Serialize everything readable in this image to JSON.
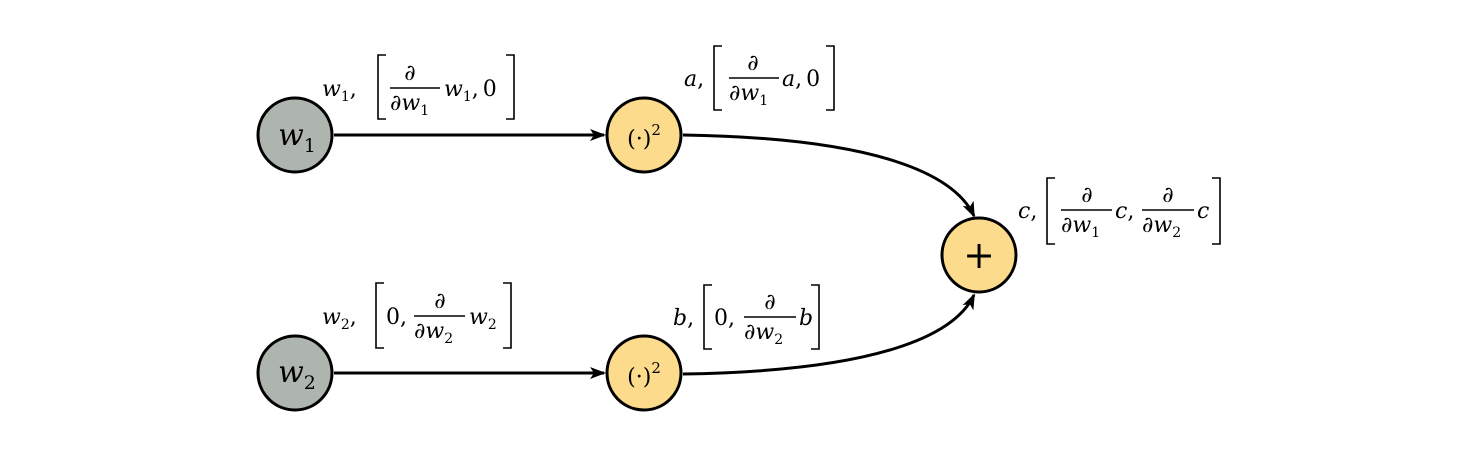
{
  "colors": {
    "input_node": "#aeb4ae",
    "op_node": "#fcdb8c",
    "stroke": "#000000",
    "background": "#ffffff"
  },
  "nodes": {
    "w1": {
      "symbol": "w",
      "sub": "1"
    },
    "w2": {
      "symbol": "w",
      "sub": "2"
    },
    "sq_a": {
      "text": "(·)",
      "sup": "2"
    },
    "sq_b": {
      "text": "(·)",
      "sup": "2"
    },
    "plus": {
      "text": "+"
    }
  },
  "labels": {
    "w1": {
      "var": "w",
      "var_sub": "1",
      "comma": ",",
      "partial": "∂",
      "den": "∂w",
      "den_sub": "1",
      "num_var": "w",
      "num_sub": "1",
      "zero": "0",
      "sep": ","
    },
    "a": {
      "var": "a",
      "comma": ",",
      "partial": "∂",
      "den": "∂w",
      "den_sub": "1",
      "num_var": "a",
      "zero": "0",
      "sep": ","
    },
    "w2": {
      "var": "w",
      "var_sub": "2",
      "comma": ",",
      "zero": "0",
      "sep": ",",
      "partial": "∂",
      "den": "∂w",
      "den_sub": "2",
      "num_var": "w",
      "num_sub": "2"
    },
    "b": {
      "var": "b",
      "comma": ",",
      "zero": "0",
      "sep": ",",
      "partial": "∂",
      "den": "∂w",
      "den_sub": "2",
      "num_var": "b"
    },
    "c": {
      "var": "c",
      "comma": ",",
      "partial1": "∂",
      "den1": "∂w",
      "den1_sub": "1",
      "num1_var": "c",
      "sep": ",",
      "partial2": "∂",
      "den2": "∂w",
      "den2_sub": "2",
      "num2_var": "c"
    }
  }
}
